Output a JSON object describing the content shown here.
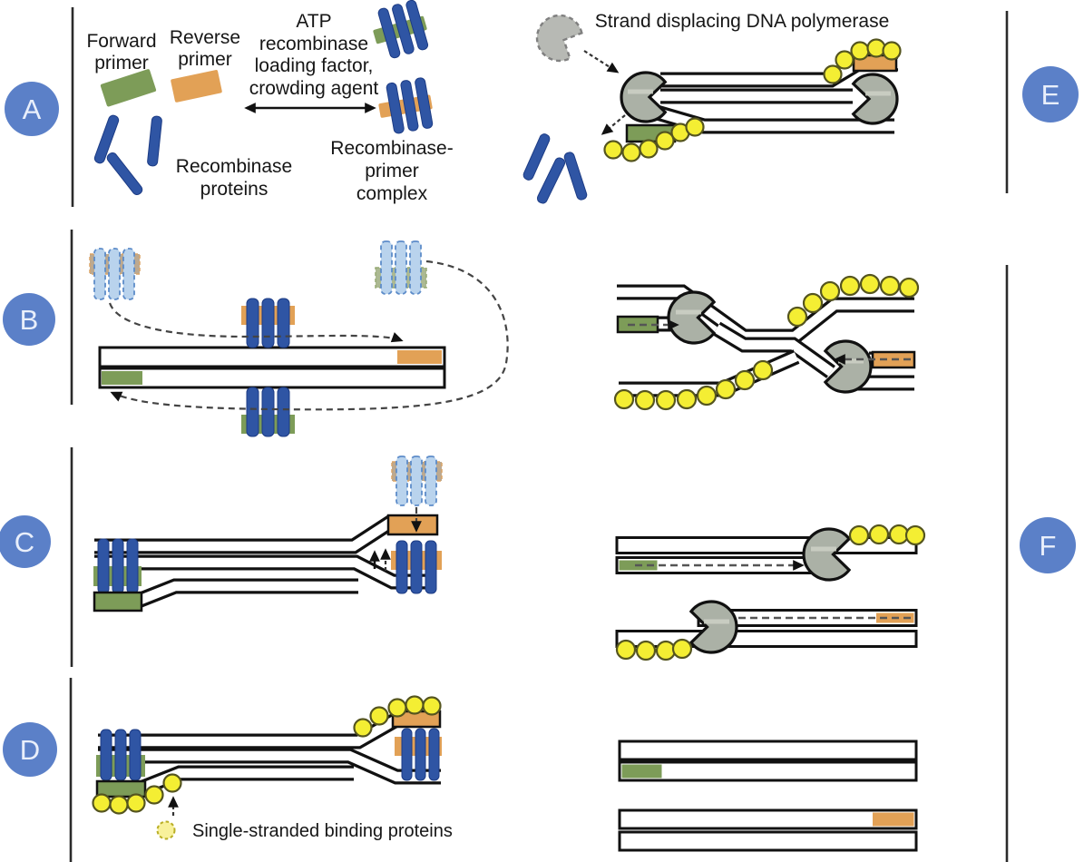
{
  "figure": {
    "type": "mechanism-diagram",
    "subject": "Recombinase Polymerase Amplification (RPA) mechanism, steps A-F"
  },
  "panel_labels": {
    "a": "A",
    "b": "B",
    "c": "C",
    "d": "D",
    "e": "E",
    "f": "F"
  },
  "texts": {
    "forward_primer": {
      "l1": "Forward",
      "l2": "primer"
    },
    "reverse_primer": {
      "l1": "Reverse",
      "l2": "primer"
    },
    "atp": {
      "l1": "ATP",
      "l2": "recombinase",
      "l3": "loading factor,",
      "l4": "crowding agent"
    },
    "recombinase_proteins": {
      "l1": "Recombinase",
      "l2": "proteins"
    },
    "recombinase_primer_complex": {
      "l1": "Recombinase-",
      "l2": "primer",
      "l3": "complex"
    },
    "strand_displacing_polymerase": "Strand displacing DNA polymerase",
    "ssb_label": "Single-stranded binding proteins"
  },
  "components": {
    "forward-primer-icon": "green rectangle",
    "reverse-primer-icon": "orange rectangle",
    "recombinase-rod-icon": "blue rounded rod",
    "recombinase-primer-complex-icon": "three blue rods over a primer bar",
    "faded-complex-icon": "dashed light-blue rods over faded primer (transient state)",
    "ssb-icon": "yellow circle",
    "polymerase-icon": "gray pac-man shape",
    "dna-strand": "white tube with black outline",
    "panel-badge": "blue circle with white letter"
  },
  "colors": {
    "background": "#ffffff",
    "panel_badge_blue": "#5b80c8",
    "forward_primer_green": "#7d9c58",
    "reverse_primer_orange": "#e2a156",
    "recombinase_blue": "#2f55a4",
    "faded_rod_blue": "#b9d3ed",
    "ssb_yellow": "#f4ee33",
    "polymerase_gray": "#abb1a6",
    "outline_black": "#111111"
  }
}
